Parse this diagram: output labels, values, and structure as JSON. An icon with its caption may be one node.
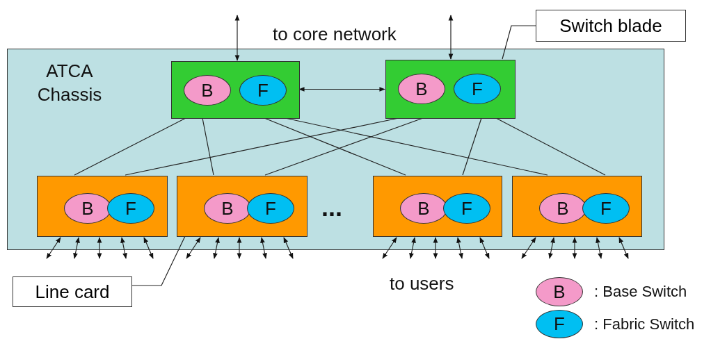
{
  "diagram": {
    "nodes": [
      {
        "text": [
          "ATCA Chassis"
        ]
      },
      {
        "text": [],
        "shape": "box",
        "in": 0
      },
      {
        "text": [
          "B"
        ],
        "in": 1
      },
      {
        "text": [
          "F"
        ],
        "in": 1
      },
      {
        "text": [],
        "shape": "box",
        "in": 0
      },
      {
        "text": [
          "B"
        ],
        "in": 4
      },
      {
        "text": [
          "F"
        ],
        "in": 4
      },
      {
        "text": [],
        "shape": "box",
        "in": 0
      },
      {
        "text": [
          "B"
        ],
        "in": 7
      },
      {
        "text": [
          "F"
        ],
        "in": 7
      },
      {
        "text": [],
        "shape": "box",
        "in": 0
      },
      {
        "text": [
          "B"
        ],
        "in": 10
      },
      {
        "text": [
          "F"
        ],
        "in": 10
      },
      {
        "text": [],
        "shape": "box",
        "in": 0
      },
      {
        "text": [
          "B"
        ],
        "in": 13
      },
      {
        "text": [
          "F"
        ],
        "in": 13
      },
      {
        "text": [],
        "shape": "box",
        "in": 0
      },
      {
        "text": [
          "B"
        ],
        "in": 16
      },
      {
        "text": [
          "F"
        ],
        "in": 16
      },
      {
        "text": [
          "Switch blade"
        ]
      },
      {
        "text": [
          "Line card"
        ]
      },
      {
        "text": [
          "B"
        ],
        "beside": [
          ": Base Switch"
        ]
      },
      {
        "text": [
          "F"
        ],
        "beside": [
          ": Fabric Switch"
        ]
      }
    ],
    "edges": [
      {
        "from": null,
        "to": 1,
        "arrow": "both"
      },
      {
        "from": null,
        "to": 4,
        "arrow": "both"
      },
      {
        "from": 1,
        "to": 4,
        "arrow": "both"
      },
      {
        "from": 1,
        "to": 7,
        "arrow": "none"
      },
      {
        "from": 1,
        "to": 10,
        "arrow": "none"
      },
      {
        "from": 1,
        "to": 13,
        "arrow": "none"
      },
      {
        "from": 1,
        "to": 16,
        "arrow": "none"
      },
      {
        "from": 4,
        "to": 7,
        "arrow": "none"
      },
      {
        "from": 4,
        "to": 10,
        "arrow": "none"
      },
      {
        "from": 4,
        "to": 13,
        "arrow": "none"
      },
      {
        "from": 4,
        "to": 16,
        "arrow": "none"
      },
      {
        "from": 7,
        "to": null,
        "arrow": "both"
      },
      {
        "from": 7,
        "to": null,
        "arrow": "both"
      },
      {
        "from": 7,
        "to": null,
        "arrow": "both"
      },
      {
        "from": 7,
        "to": null,
        "arrow": "both"
      },
      {
        "from": 7,
        "to": null,
        "arrow": "both"
      },
      {
        "from": 10,
        "to": null,
        "arrow": "both"
      },
      {
        "from": 10,
        "to": null,
        "arrow": "both"
      },
      {
        "from": 10,
        "to": null,
        "arrow": "both"
      },
      {
        "from": 10,
        "to": null,
        "arrow": "both"
      },
      {
        "from": 10,
        "to": null,
        "arrow": "both"
      },
      {
        "from": 13,
        "to": null,
        "arrow": "both"
      },
      {
        "from": 13,
        "to": null,
        "arrow": "both"
      },
      {
        "from": 13,
        "to": null,
        "arrow": "both"
      },
      {
        "from": 13,
        "to": null,
        "arrow": "both"
      },
      {
        "from": 13,
        "to": null,
        "arrow": "both"
      },
      {
        "from": 16,
        "to": null,
        "arrow": "both"
      },
      {
        "from": 16,
        "to": null,
        "arrow": "both"
      },
      {
        "from": 16,
        "to": null,
        "arrow": "both"
      },
      {
        "from": 16,
        "to": null,
        "arrow": "both"
      },
      {
        "from": 16,
        "to": null,
        "arrow": "both"
      },
      {
        "from": 19,
        "to": 4,
        "arrow": "none"
      },
      {
        "from": 20,
        "to": 10,
        "arrow": "none"
      }
    ],
    "labels": [
      "to core network",
      "...",
      "to users"
    ]
  }
}
